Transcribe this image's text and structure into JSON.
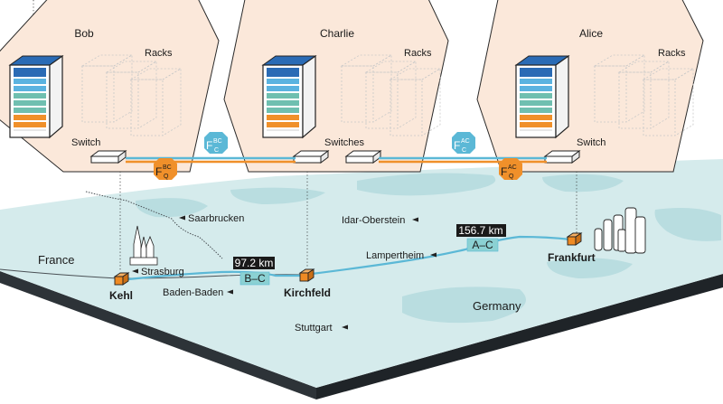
{
  "nodes": {
    "bob": {
      "name": "Bob",
      "racks": "Racks",
      "switch": "Switch"
    },
    "charlie": {
      "name": "Charlie",
      "racks": "Racks",
      "switch": "Switches"
    },
    "alice": {
      "name": "Alice",
      "racks": "Racks",
      "switch": "Switch"
    }
  },
  "fibres": {
    "f_bc": {
      "base": "F",
      "sup": "BC",
      "sub": "C"
    },
    "fq_bc": {
      "base": "F",
      "sup": "BC",
      "sub": "Q"
    },
    "f_ac": {
      "base": "F",
      "sup": "AC",
      "sub": "C"
    },
    "fq_ac": {
      "base": "F",
      "sup": "AC",
      "sub": "Q"
    }
  },
  "map": {
    "countries": {
      "france": "France",
      "germany": "Germany"
    },
    "cities": {
      "saarbrucken": "Saarbrucken",
      "strasburg": "Strasburg",
      "baden_baden": "Baden-Baden",
      "stuttgart": "Stuttgart",
      "idar_oberstein": "Idar-Oberstein",
      "lampertheim": "Lampertheim"
    },
    "sites": {
      "kehl": "Kehl",
      "kirchfeld": "Kirchfeld",
      "frankfurt": "Frankfurt"
    },
    "links": {
      "bc": {
        "distance": "97.2 km",
        "label": "B–C"
      },
      "ac": {
        "distance": "156.7 km",
        "label": "A–C"
      }
    }
  },
  "colors": {
    "map_fill": "#d5ebec",
    "map_edge": "#2d3338",
    "water": "#b9dde0",
    "fibre_classical": "#5bb8d6",
    "fibre_quantum": "#f0902a",
    "site_marker": "#ef8a23",
    "hex_fill": "#fbe8da",
    "tag_dark": "#1a1a1a",
    "tag_teal": "#8bd1d3"
  }
}
